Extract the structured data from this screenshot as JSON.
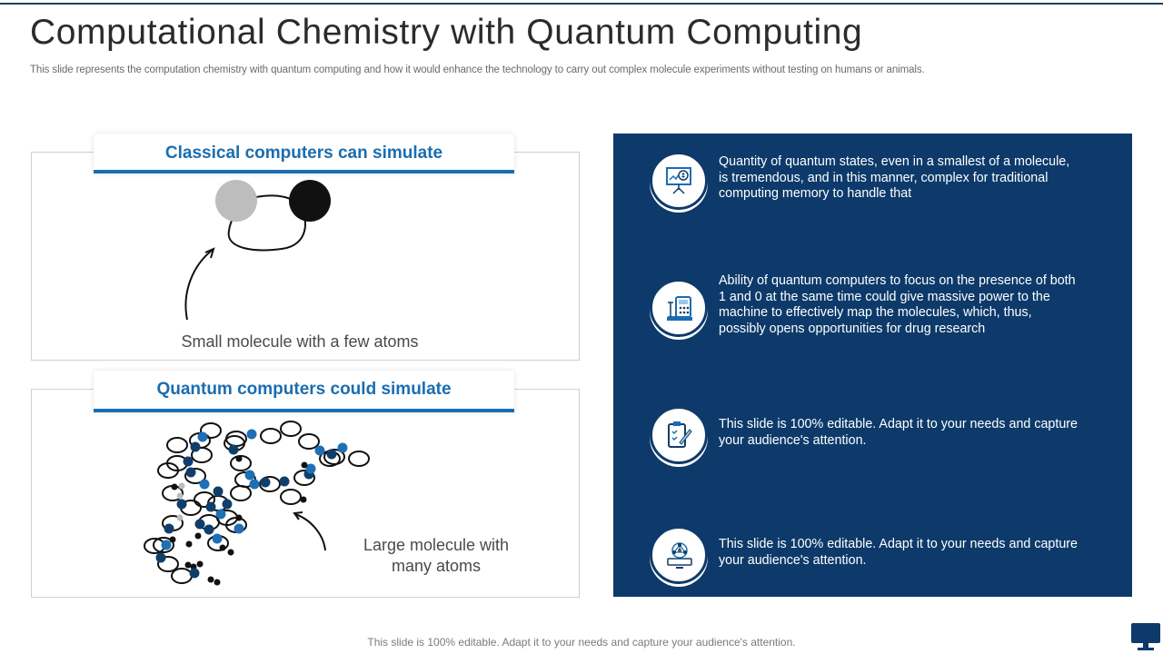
{
  "page": {
    "title": "Computational Chemistry with Quantum Computing",
    "subtitle": "This slide represents the computation chemistry with quantum computing and how it would enhance the technology to carry out complex molecule experiments without testing on humans or animals."
  },
  "left": {
    "classical": {
      "heading": "Classical computers can simulate",
      "caption": "Small molecule with a few atoms"
    },
    "quantum": {
      "heading": "Quantum computers could simulate",
      "caption": "Large molecule with many atoms"
    }
  },
  "right": {
    "items": [
      {
        "icon": "presentation-dollar-icon",
        "text": "Quantity of quantum states, even in a smallest of a molecule, is tremendous, and in this manner, complex for traditional computing memory to handle that"
      },
      {
        "icon": "calculator-machine-icon",
        "text": "Ability of quantum computers to focus on the presence of both 1 and 0 at the same time could give massive power to the machine to effectively map the molecules, which, thus, possibly opens opportunities for drug research"
      },
      {
        "icon": "clipboard-pen-icon",
        "text": "This slide is 100% editable. Adapt it to your needs and capture your audience's attention."
      },
      {
        "icon": "network-monitor-icon",
        "text": "This slide is 100% editable. Adapt it to your needs and capture your audience's attention."
      }
    ]
  },
  "footer": {
    "text": "This slide is 100% editable. Adapt it to your needs and capture your audience's attention."
  },
  "colors": {
    "accent": "#1a6db2",
    "panel": "#0d3a6a",
    "atom_blue": "#1f6fb5",
    "atom_navy": "#0f3e6b",
    "atom_grey": "#bdbdbd",
    "atom_black": "#111111"
  }
}
